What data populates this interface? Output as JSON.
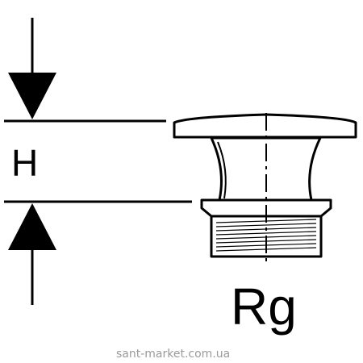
{
  "labels": {
    "height": "H",
    "thread": "Rg"
  },
  "watermark": "sant-market.com.ua",
  "colors": {
    "line": "#000000",
    "background": "#ffffff",
    "watermark": "#9a9a9a"
  }
}
